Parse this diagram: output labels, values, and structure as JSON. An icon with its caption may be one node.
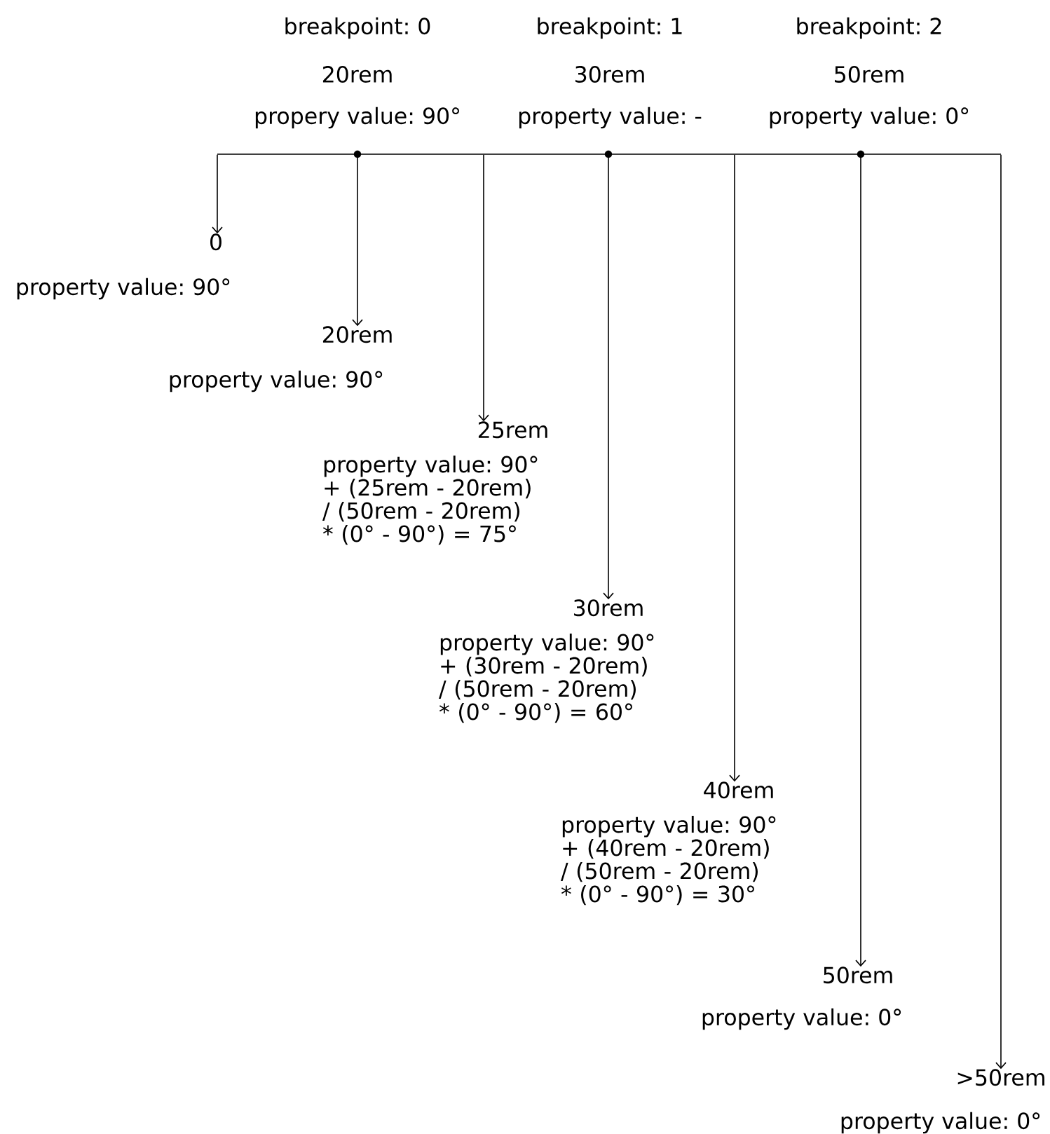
{
  "diagram": {
    "nodes": [
      {
        "text": [],
        "shape": "line"
      },
      {
        "text": [
          "0",
          "property value: 90°"
        ]
      },
      {
        "text": [
          "20rem",
          "property value: 90°"
        ]
      },
      {
        "text": [
          "25rem",
          "property value: 90° + (25rem - 20rem) / (50rem - 20rem) * (0° - 90°) = 75°"
        ]
      },
      {
        "text": [
          "30rem",
          "property value: 90° + (30rem - 20rem) / (50rem - 20rem) * (0° - 90°) = 60°"
        ]
      },
      {
        "text": [
          "40rem",
          "property value: 90° + (40rem - 20rem) / (50rem - 20rem) * (0° - 90°) = 30°"
        ]
      },
      {
        "text": [
          "50rem",
          "property value: 0°"
        ]
      },
      {
        "text": [
          ">50rem",
          "property value: 0°"
        ]
      }
    ],
    "edges": [
      {
        "from": 0,
        "to": 1,
        "arrow": "to"
      },
      {
        "from": 0,
        "to": 2,
        "arrow": "to"
      },
      {
        "from": 0,
        "to": 3,
        "arrow": "to"
      },
      {
        "from": 0,
        "to": 4,
        "arrow": "to"
      },
      {
        "from": 0,
        "to": 5,
        "arrow": "to"
      },
      {
        "from": 0,
        "to": 6,
        "arrow": "to"
      },
      {
        "from": 0,
        "to": 7,
        "arrow": "to"
      }
    ],
    "labels": [
      "breakpoint: 0",
      "breakpoint: 1",
      "breakpoint: 2",
      "20rem",
      "30rem",
      "50rem",
      "propery value: 90°",
      "property value: -",
      "property value: 0°"
    ]
  }
}
